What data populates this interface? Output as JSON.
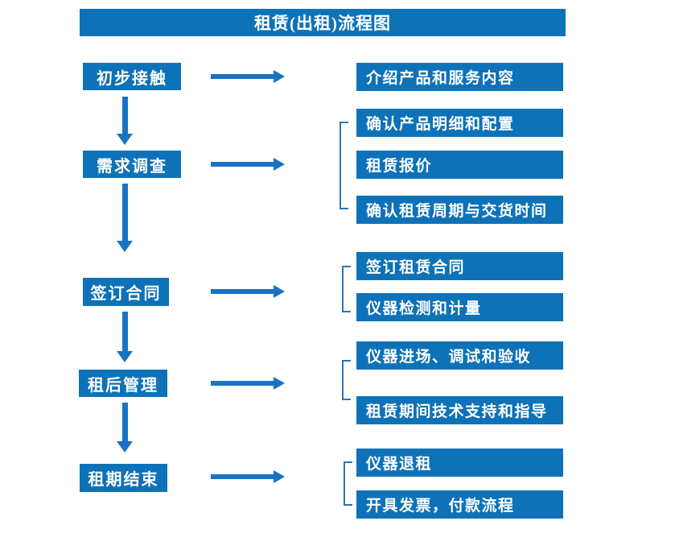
{
  "title": "租赁(出租)流程图",
  "colors": {
    "box": "#0e72b8",
    "arrow": "#1a73c2",
    "bracket": "#2e75b6",
    "text": "#ffffff",
    "background": "#ffffff"
  },
  "steps": [
    {
      "label": "初步接触",
      "details": [
        "介绍产品和服务内容"
      ]
    },
    {
      "label": "需求调查",
      "details": [
        "确认产品明细和配置",
        "租赁报价",
        "确认租赁周期与交货时间"
      ]
    },
    {
      "label": "签订合同",
      "details": [
        "签订租赁合同",
        "仪器检测和计量"
      ]
    },
    {
      "label": "租后管理",
      "details": [
        "仪器进场、调试和验收",
        "租赁期间技术支持和指导"
      ]
    },
    {
      "label": "租期结束",
      "details": [
        "仪器退租",
        "开具发票，付款流程"
      ]
    }
  ]
}
